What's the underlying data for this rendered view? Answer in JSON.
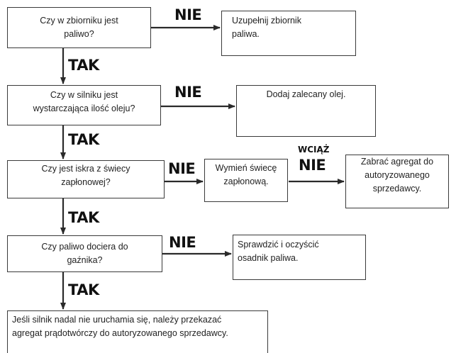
{
  "questions": [
    {
      "line1": "Czy w zbiorniku jest",
      "line2": "paliwo?"
    },
    {
      "line1": "Czy w silniku jest",
      "line2": "wystarczająca ilość oleju?"
    },
    {
      "line1": "Czy jest iskra z świecy",
      "line2": "zapłonowej?"
    },
    {
      "line1": "Czy paliwo dociera do",
      "line2": "gaźnika?"
    }
  ],
  "actions": [
    {
      "line1": "Uzupełnij zbiornik",
      "line2": "paliwa."
    },
    {
      "line1": "Dodaj zalecany olej.",
      "line2": ""
    },
    {
      "line1": "Wymień świecę",
      "line2": "zapłonową."
    },
    {
      "line1": "Sprawdzić i oczyścić",
      "line2": "osadnik paliwa."
    }
  ],
  "dealer": {
    "line1": "Zabrać agregat do",
    "line2": "autoryzowanego",
    "line3": "sprzedawcy."
  },
  "final": {
    "line1": "Jeśli silnik nadal nie uruchamia się, należy przekazać",
    "line2": "agregat prądotwórczy do autoryzowanego sprzedawcy."
  },
  "labels": {
    "yes": "TAK",
    "no": "NIE",
    "still": "WCIĄŻ"
  }
}
